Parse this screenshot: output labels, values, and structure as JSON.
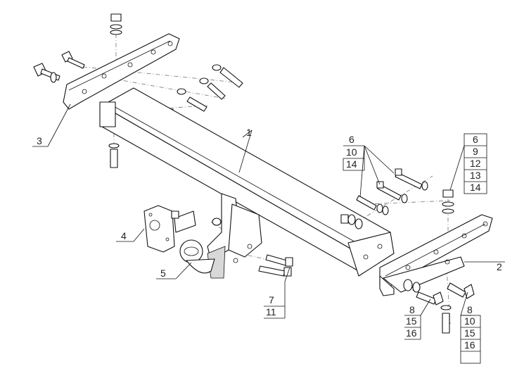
{
  "callouts": {
    "c1": "1",
    "c2": "2",
    "c3": "3",
    "c4": "4",
    "c5": "5",
    "c6a": "6",
    "c10a": "10",
    "c14a": "14",
    "c6b": "6",
    "c9": "9",
    "c12": "12",
    "c13": "13",
    "c14b": "14",
    "c7": "7",
    "c11": "11",
    "c8a": "8",
    "c15a": "15",
    "c16a": "16",
    "c8b": "8",
    "c10b": "10",
    "c15b": "15",
    "c16b": "16"
  }
}
